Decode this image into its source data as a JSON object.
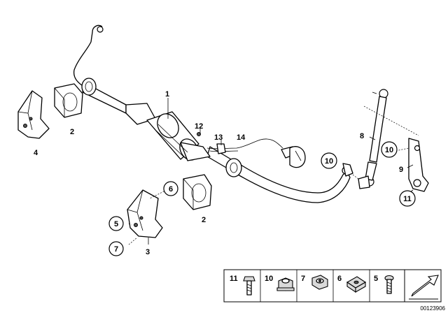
{
  "callouts": {
    "c1": "1",
    "c2a": "2",
    "c2b": "2",
    "c3": "3",
    "c4": "4",
    "c5": "5",
    "c6": "6",
    "c7": "7",
    "c8": "8",
    "c9": "9",
    "c10a": "10",
    "c10b": "10",
    "c11": "11",
    "c12": "12",
    "c13": "13",
    "c14": "14"
  },
  "legend": {
    "items": [
      {
        "label": "11",
        "icon": "bolt-icon"
      },
      {
        "label": "10",
        "icon": "collar-nut-icon"
      },
      {
        "label": "7",
        "icon": "hex-nut-icon"
      },
      {
        "label": "6",
        "icon": "square-nut-icon"
      },
      {
        "label": "5",
        "icon": "screw-icon"
      }
    ]
  },
  "diagram_code": "00123906"
}
